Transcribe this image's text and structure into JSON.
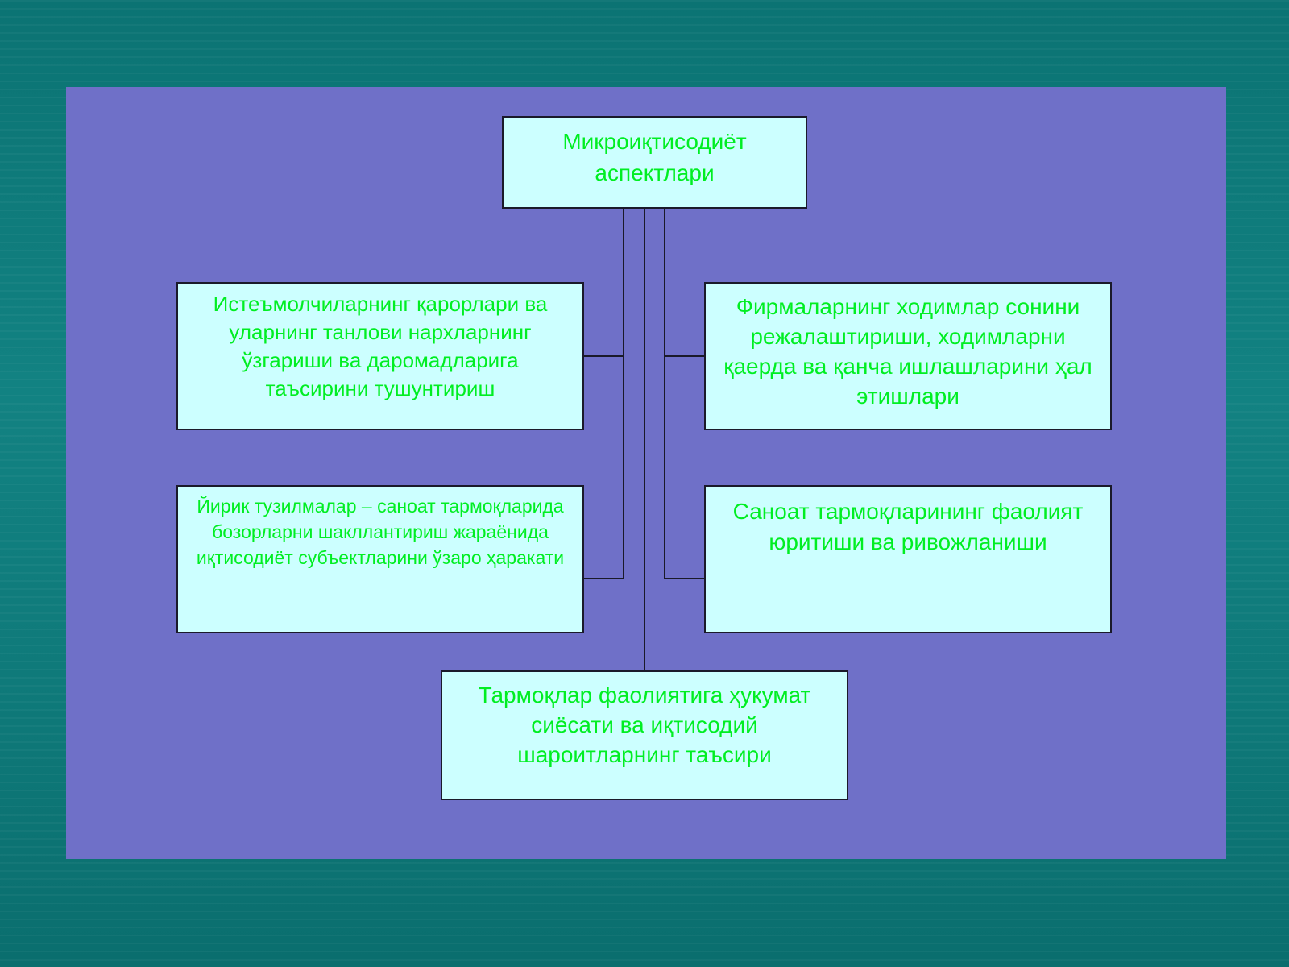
{
  "diagram": {
    "root": {
      "text": "Микроиқтисодиёт аспектлари"
    },
    "nodes": {
      "consumers": "Истеъмолчиларнинг қарорлари  ва уларнинг танлови нархларнинг ўзгариши ва даромадларига таъсирини тушунтириш",
      "firms": "Фирмаларнинг ходимлар сонини режалаштириши, ходимларни қаерда ва қанча ишлашларини ҳал этишлари",
      "structures": "Йирик тузилмалар – саноат тармоқларида бозорларни шакллантириш жараёнида иқтисодиёт субъектларини ўзаро ҳаракати",
      "industry": "Саноат тармоқларининг фаолият юритиши ва ривожланиши",
      "government": "Тармоқлар фаолиятига ҳукумат сиёсати ва иқтисодий шароитларнинг таъсири"
    }
  },
  "colors": {
    "background": "#0f7a7a",
    "panel": "#6f70c8",
    "box_fill": "#ccffff",
    "text": "#00ee22",
    "line": "#1a1a2a"
  }
}
